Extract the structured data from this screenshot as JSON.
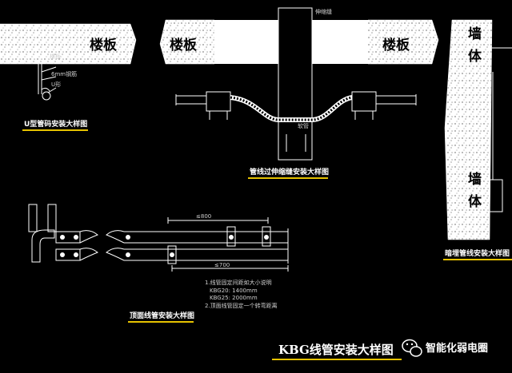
{
  "slab_labels": [
    "楼板",
    "楼板",
    "楼板"
  ],
  "wall_labels": [
    "墙",
    "体",
    "墙",
    "体"
  ],
  "captions": {
    "u_clip": "U型管码安装大样图",
    "slab_cross": "管线过伸缩缝安装大样图",
    "ceiling": "顶面线管安装大样图",
    "wall_conceal": "暗埋管线安装大样图"
  },
  "annotations": {
    "top_small": "伸缩缝",
    "u_top": "楼板",
    "u_mid": "6mm钢筋",
    "u_low": "U形",
    "flex_pipe": "软管",
    "dim_left": "≤800",
    "dim_bottom": "≤700"
  },
  "notes": [
    "1.线管固定间距如大小说明",
    "KBG20: 1400mm",
    "KBG25: 2000mm",
    "2.顶面线管固定一个转弯距离"
  ],
  "main_title": "KBG线管安装大样图",
  "watermark": {
    "icon": "wechat-icon",
    "text": "智能化弱电圈"
  },
  "colors": {
    "background": "#000000",
    "line": "#ffffff",
    "underline_yellow": "#e6c200",
    "concrete": "#ffffff"
  }
}
